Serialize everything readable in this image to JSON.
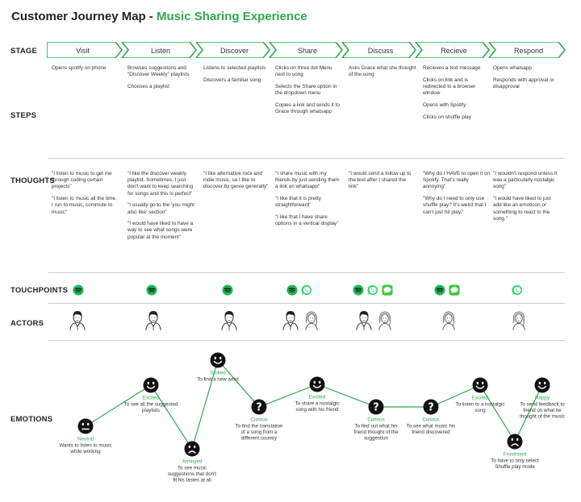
{
  "title": {
    "main": "Customer Journey Map - ",
    "sub": "Music Sharing Experience"
  },
  "row_labels": {
    "stage": "STAGE",
    "steps": "STEPS",
    "thoughts": "THOUGHTS",
    "touchpoints": "TOUCHPOINTS",
    "actors": "ACTORS",
    "emotions": "EMOTIONS"
  },
  "stages": [
    "Visit",
    "Listen",
    "Discover",
    "Share",
    "Discuss",
    "Recieve",
    "Respond"
  ],
  "steps": [
    [
      "Opens spotify on phone"
    ],
    [
      "Browses suggestions and \"Discover Weekly\" playlists",
      "Chooses a playlist"
    ],
    [
      "Listens to selected playlists",
      "Discovers a familiar song"
    ],
    [
      "Clicks on three dot Menu next to song",
      "Selects the Share option in the dropdown menu",
      "Copies a link and sends it to Grace through whatsapp"
    ],
    [
      "Asks Grace what she thought of the song"
    ],
    [
      "Recieves a text message",
      "Clicks on link and is redirected to a browser window",
      "Opens with Spotify",
      "Clicks on shuffle play"
    ],
    [
      "Opens whatsapp",
      "Responds with approval or disapproval"
    ]
  ],
  "thoughts": [
    [
      "\"I listen to music to get me through coding certain projects\"",
      "\"I listen to music all the time. I run to music, commute to music\""
    ],
    [
      "\"I like the discover weekly playlist. Sometimes, I just don't want to keep searching for songs and this is perfect\"",
      "\"I usually go to the 'you might also like' section\"",
      "\"I would have liked to have a way to see what songs were popular at the moment\""
    ],
    [
      "\"I like alternative rock and indie music, so I like to discover by genre generally\""
    ],
    [
      "\"I share music with my friends by just sending them a link on whatsapp\"",
      "\"I like that it is pretty straightforward\"",
      "\"I like that I have share options in a vertical display\""
    ],
    [
      "\"I would send a follow up to the text after I shared the link\""
    ],
    [
      "\"Why do I HAVE to open it on Spotify. That's really annoying\"",
      "\"Why do I need to only use shuffle play? It's weird that I can't just hit play.\""
    ],
    [
      "\"I wouldn't respond unless it was a particularly nostalgic song\"",
      "\"I would have liked to just add like an emoticon or something to react to the song.\""
    ]
  ],
  "touchpoints": [
    [
      "spotify-icon"
    ],
    [
      "spotify-icon"
    ],
    [
      "spotify-icon"
    ],
    [
      "spotify-icon",
      "whatsapp-icon"
    ],
    [
      "spotify-icon",
      "whatsapp-icon",
      "messages-icon"
    ],
    [
      "spotify-icon",
      "messages-icon"
    ],
    [
      "whatsapp-icon"
    ]
  ],
  "actors": [
    [
      "male"
    ],
    [
      "male"
    ],
    [
      "male"
    ],
    [
      "male",
      "female"
    ],
    [
      "male",
      "female"
    ],
    [
      "female"
    ],
    [
      "female"
    ]
  ],
  "emotions": [
    {
      "mood": "Neutral",
      "face": "neutral",
      "desc": [
        "Wants to listen to music",
        "while working"
      ]
    },
    {
      "mood": "Excited",
      "face": "happy",
      "desc": [
        "To see all the suggested",
        "playlists"
      ]
    },
    {
      "mood": "Annoyed",
      "face": "sad",
      "desc": [
        "To see music",
        "suggestions that don't",
        "fit his tastes at all"
      ]
    },
    {
      "mood": "Stoked",
      "face": "happy",
      "desc": [
        "To find a new artist"
      ]
    },
    {
      "mood": "Curious",
      "face": "curious",
      "desc": [
        "To find the translation",
        "of a song from a",
        "different country"
      ]
    },
    {
      "mood": "Excited",
      "face": "happy",
      "desc": [
        "To share a nostalgic",
        "song with his friend"
      ]
    },
    {
      "mood": "Curious",
      "face": "curious",
      "desc": [
        "To find out what his",
        "friend thought of the",
        "suggestion"
      ]
    },
    {
      "mood": "Curious",
      "face": "curious",
      "desc": [
        "To see what music his",
        "friend discovered"
      ]
    },
    {
      "mood": "Excited",
      "face": "happy",
      "desc": [
        "To listen to a nostalgic",
        "song"
      ]
    },
    {
      "mood": "Frustrated",
      "face": "sad",
      "desc": [
        "To have to only select",
        "Shuffle play mode"
      ]
    },
    {
      "mood": "Happy",
      "face": "happy",
      "desc": [
        "To send feedback to",
        "friend on what he",
        "thought of the music"
      ]
    }
  ],
  "colors": {
    "accent": "#2fa84f",
    "spotify": "#1db954",
    "whatsapp": "#25d366",
    "messages": "#3cc73c"
  }
}
